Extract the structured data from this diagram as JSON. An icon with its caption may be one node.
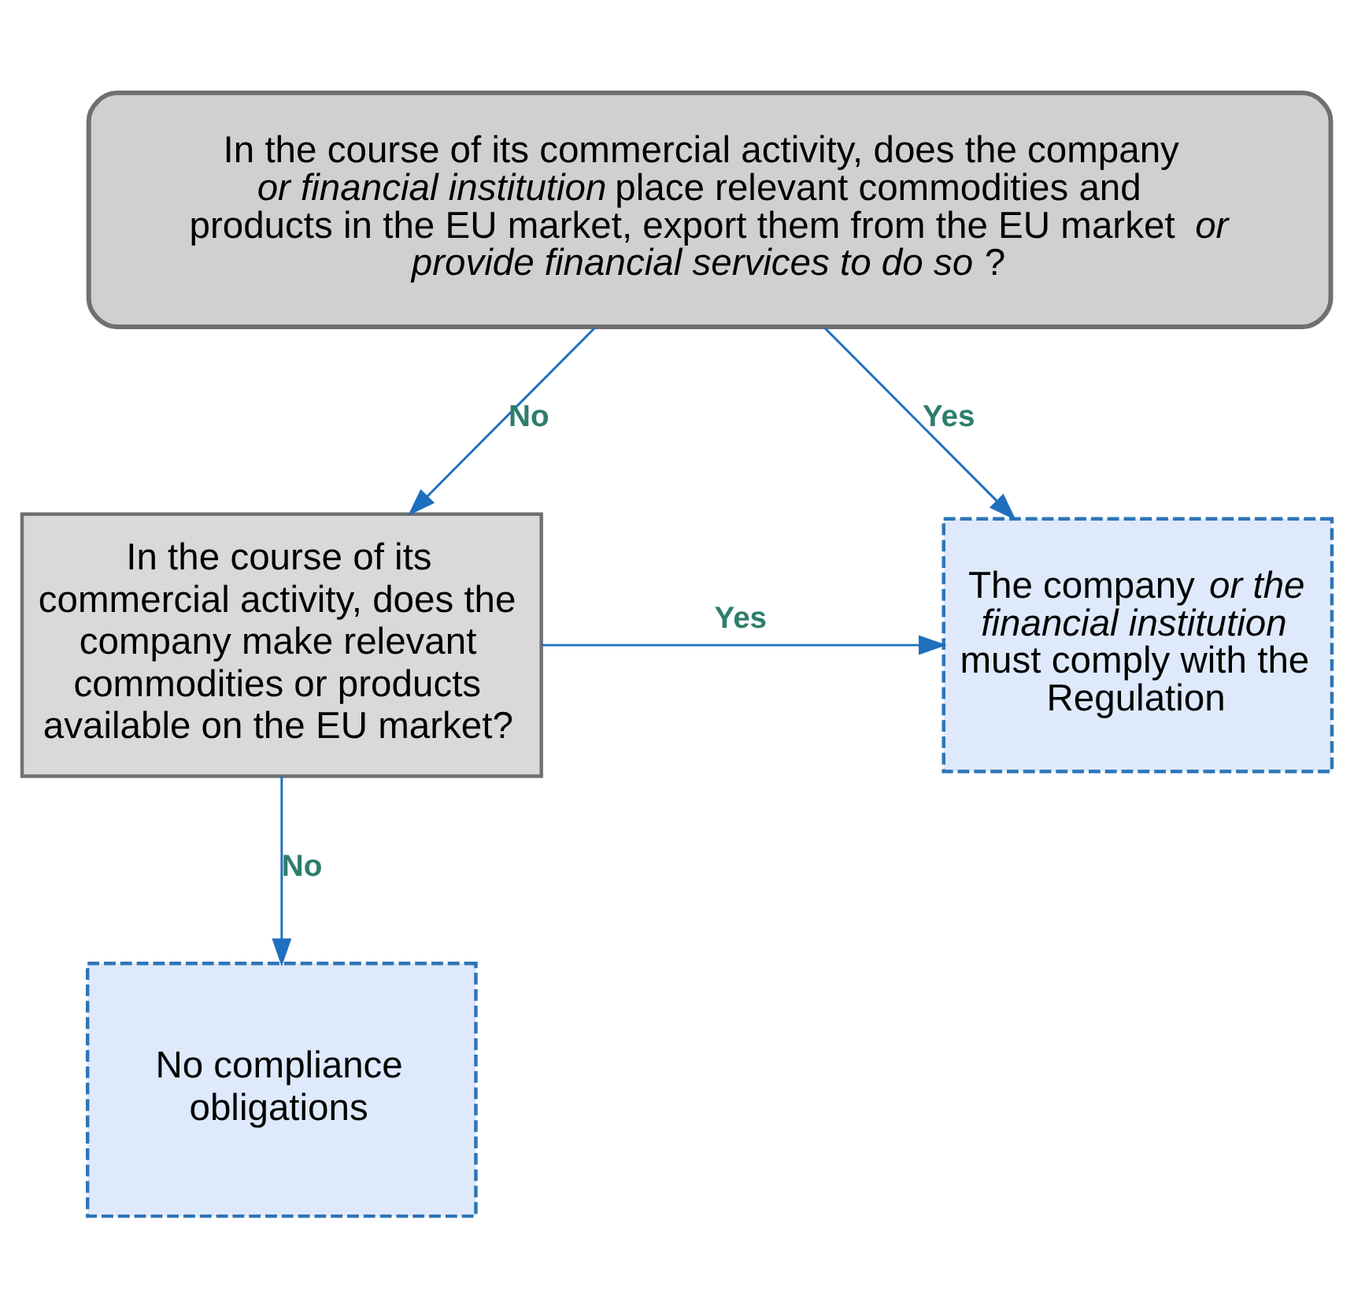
{
  "diagram": {
    "nodes": [
      {
        "text": [
          "In the course of its commercial activity, does the company *or financial institution* place relevant commodities and products in the EU market, export them from the EU market *or provide financial services to do so*?"
        ]
      },
      {
        "text": [
          "The company *or the financial institution* must comply with the Regulation"
        ]
      },
      {
        "text": [
          "In the course of its commercial activity, does the company make relevant commodities or products available on the EU market?"
        ]
      },
      {
        "text": [
          "No compliance obligations"
        ]
      }
    ],
    "edges": [
      {
        "from": 0,
        "to": 1,
        "arrow": "to",
        "label": "Yes"
      },
      {
        "from": 0,
        "to": 2,
        "arrow": "to",
        "label": "No"
      },
      {
        "from": 2,
        "to": 1,
        "arrow": "to",
        "label": "Yes"
      },
      {
        "from": 2,
        "to": 3,
        "arrow": "to",
        "label": "No"
      }
    ]
  }
}
